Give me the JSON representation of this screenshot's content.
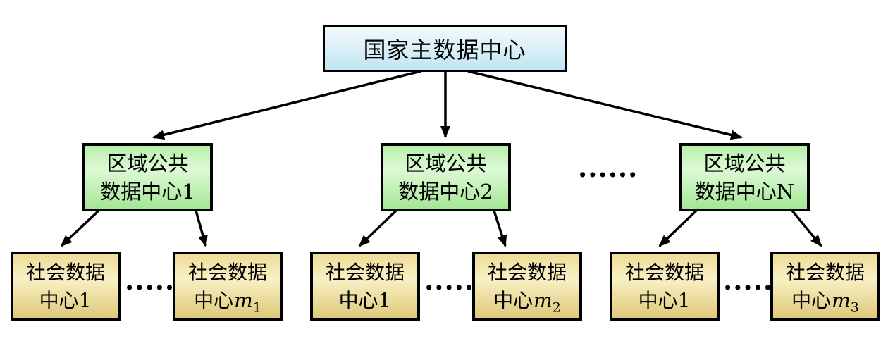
{
  "root_box": {
    "label": "国家主数据中心"
  },
  "regional_boxes": [
    {
      "line1": "区域公共",
      "line2": "数据中心1"
    },
    {
      "line1": "区域公共",
      "line2": "数据中心2"
    },
    {
      "line1": "区域公共",
      "line2": "数据中心N"
    }
  ],
  "social_boxes": [
    {
      "line1": "社会数据",
      "line2_prefix": "中心",
      "line2_num": "1",
      "line2_var": "",
      "line2_sub": ""
    },
    {
      "line1": "社会数据",
      "line2_prefix": "中心",
      "line2_num": "",
      "line2_var": "m",
      "line2_sub": "1"
    },
    {
      "line1": "社会数据",
      "line2_prefix": "中心",
      "line2_num": "1",
      "line2_var": "",
      "line2_sub": ""
    },
    {
      "line1": "社会数据",
      "line2_prefix": "中心",
      "line2_num": "",
      "line2_var": "m",
      "line2_sub": "2"
    },
    {
      "line1": "社会数据",
      "line2_prefix": "中心",
      "line2_num": "1",
      "line2_var": "",
      "line2_sub": ""
    },
    {
      "line1": "社会数据",
      "line2_prefix": "中心",
      "line2_num": "",
      "line2_var": "m",
      "line2_sub": "3"
    }
  ],
  "ellipses": {
    "regional": "......",
    "social_group_1": "......",
    "social_group_2": "......",
    "social_group_3": "......"
  },
  "colors": {
    "root_fill": "#cdeaf5",
    "regional_fill": "#c2f2b5",
    "social_fill": "#f0e0a2",
    "border": "#000000",
    "arrow": "#000000"
  }
}
